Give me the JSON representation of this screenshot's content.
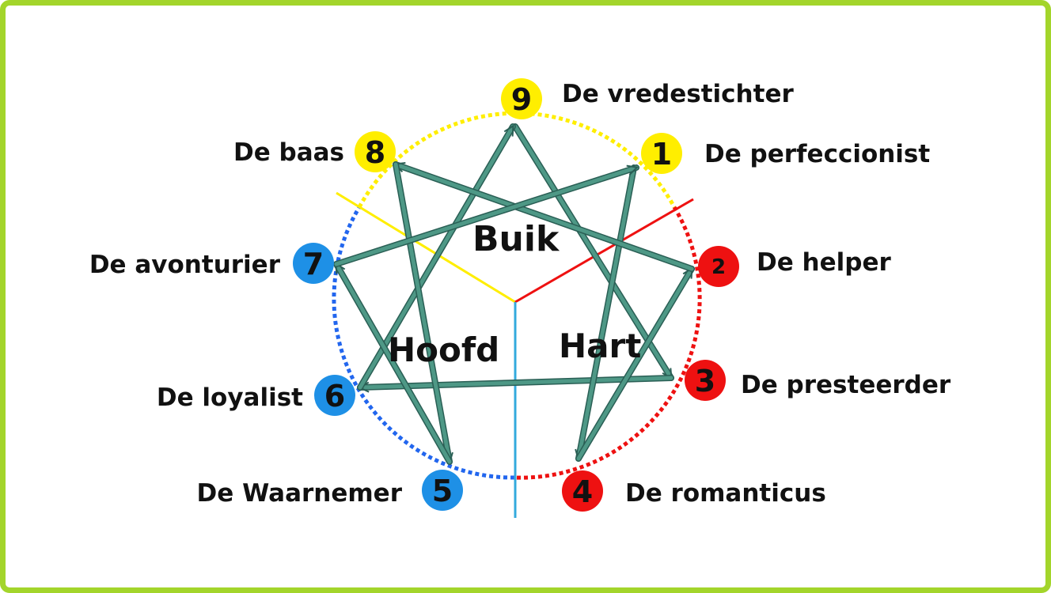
{
  "colors": {
    "frame": "#a3d52b",
    "gut": "#ffee00",
    "heart": "#ee1111",
    "head": "#1e90e6",
    "head_arc": "#2266ee",
    "arrows": "#3d8a7a",
    "arrows_stroke": "#2a5f55",
    "divider_gut": "#ffee00",
    "divider_heart": "#ee1111",
    "divider_head": "#33aadd"
  },
  "centers": {
    "gut": "Buik",
    "heart": "Hart",
    "head": "Hoofd"
  },
  "types": [
    {
      "number": "9",
      "label": "De vredestichter",
      "center": "gut"
    },
    {
      "number": "1",
      "label": "De perfeccionist",
      "center": "gut"
    },
    {
      "number": "2",
      "label": "De helper",
      "center": "heart"
    },
    {
      "number": "3",
      "label": "De presteerder",
      "center": "heart"
    },
    {
      "number": "4",
      "label": "De romanticus",
      "center": "heart"
    },
    {
      "number": "5",
      "label": "De Waarnemer",
      "center": "head"
    },
    {
      "number": "6",
      "label": "De loyalist",
      "center": "head"
    },
    {
      "number": "7",
      "label": "De avonturier",
      "center": "head"
    },
    {
      "number": "8",
      "label": "De baas",
      "center": "gut"
    }
  ]
}
